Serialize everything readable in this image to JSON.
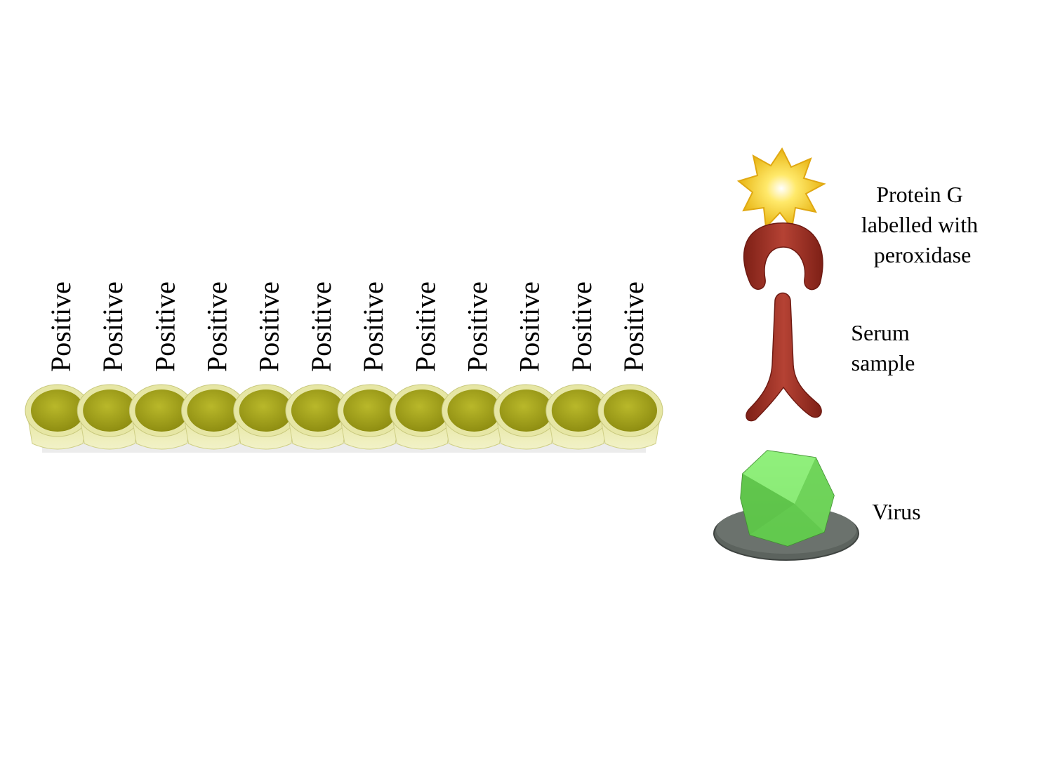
{
  "wells": [
    {
      "result": "Positive"
    },
    {
      "result": "Positive"
    },
    {
      "result": "Positive"
    },
    {
      "result": "Positive"
    },
    {
      "result": "Positive"
    },
    {
      "result": "Positive"
    },
    {
      "result": "Positive"
    },
    {
      "result": "Positive"
    },
    {
      "result": "Positive"
    },
    {
      "result": "Positive"
    },
    {
      "result": "Positive"
    },
    {
      "result": "Positive"
    }
  ],
  "legend": {
    "protein_g": {
      "lines": [
        "Protein G",
        "labelled with",
        "peroxidase"
      ]
    },
    "serum": {
      "lines": [
        "Serum",
        "sample"
      ]
    },
    "virus": {
      "lines": [
        "Virus"
      ]
    }
  },
  "colors": {
    "well_liquid": "#a9a81a",
    "well_wall": "#d9d98a",
    "antibody": "#9c2e22",
    "protein_g": "#8f2a22",
    "peroxidase": "#f2c81e",
    "virus": "#6fd35a",
    "plate": "#5c635e"
  }
}
